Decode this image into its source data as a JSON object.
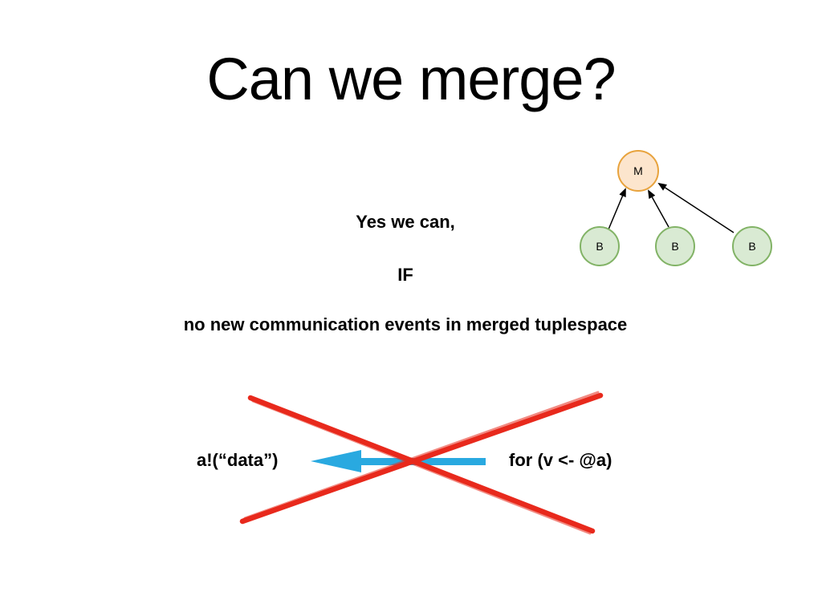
{
  "slide": {
    "title": "Can we merge?",
    "lines": {
      "yes": "Yes we can,",
      "if": "IF",
      "condition": "no new communication events in merged tuplespace"
    },
    "example": {
      "left_code": "a!(“data”)",
      "right_code": "for (v <- @a)"
    },
    "diagram": {
      "merged_node": "M",
      "branch_nodes": [
        "B",
        "B",
        "B"
      ]
    },
    "colors": {
      "node_m_fill": "#fce5cd",
      "node_m_border": "#e8a33d",
      "node_b_fill": "#d9ead3",
      "node_b_border": "#82b366",
      "edge_black": "#000000",
      "cross_red": "#e8291c",
      "arrow_blue": "#29a9e0"
    }
  }
}
